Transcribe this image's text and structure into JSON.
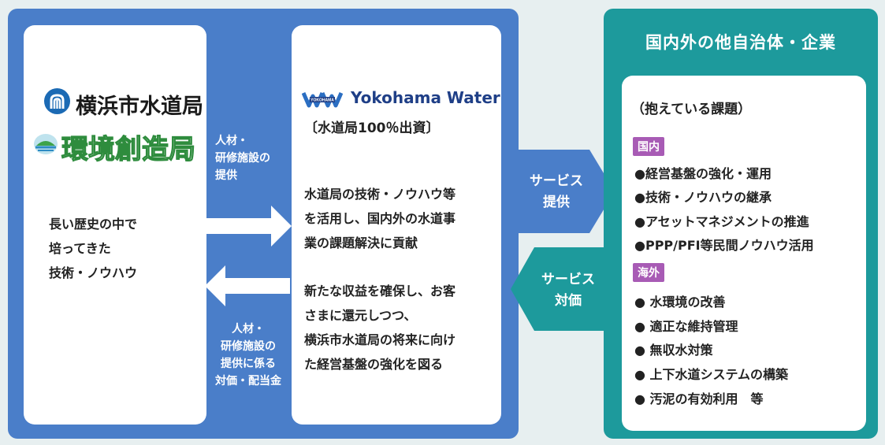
{
  "left_card": {
    "logo_water": "横浜市水道局",
    "logo_env": "環境創造局",
    "description": "長い歴史の中で\n培ってきた\n技術・ノウハウ"
  },
  "gap": {
    "top_label": "人材・\n研修施設の\n提供",
    "bottom_label": "人材・\n研修施設の\n提供に係る\n対価・配当金"
  },
  "mid_card": {
    "logo_text": "Yokohama Water",
    "logo_mark_text": "YOKOHAMA",
    "subtitle": "〔水道局100％出資〕",
    "para1": "水道局の技術・ノウハウ等\nを活用し、国内外の水道事\n業の課題解決に貢献",
    "para2": "新たな収益を確保し、お客\nさまに還元しつつ、\n横浜市水道局の将来に向け\nた経営基盤の強化を図る"
  },
  "service": {
    "provide": "サービス\n提供",
    "payment": "サービス\n対価"
  },
  "right_panel": {
    "title": "国内外の他自治体・企業",
    "issues_title": "（抱えている課題）",
    "domestic_tag": "国内",
    "domestic_items": [
      "●経営基盤の強化・運用",
      "●技術・ノウハウの継承",
      "●アセットマネジメントの推進",
      "●PPP/PFI等民間ノウハウ活用"
    ],
    "overseas_tag": "海外",
    "overseas_items": [
      "● 水環境の改善",
      "● 適正な維持管理",
      "● 無収水対策",
      "● 上下水道システムの構築",
      "● 汚泥の有効利用　等"
    ]
  },
  "colors": {
    "blue_panel": "#4a7ec9",
    "teal_panel": "#1d9a9c",
    "tag": "#a85bb5"
  }
}
